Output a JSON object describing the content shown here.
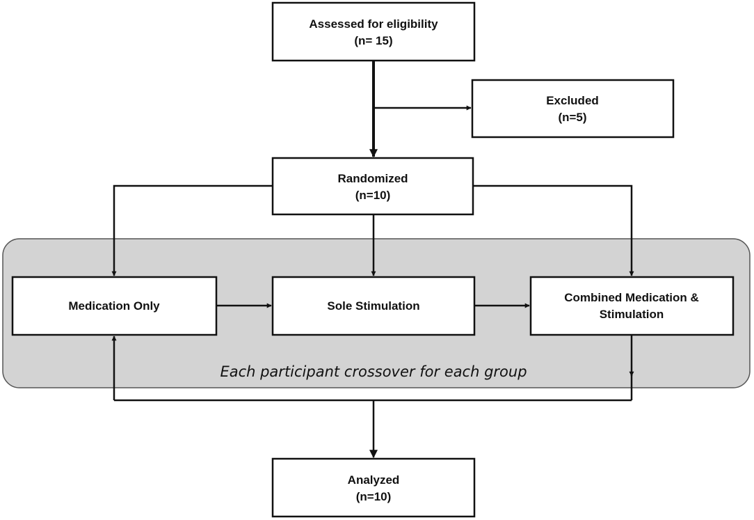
{
  "nodes": {
    "assessed": {
      "line1": "Assessed for eligibility",
      "line2": "(n= 15)"
    },
    "excluded": {
      "line1": "Excluded",
      "line2": "(n=5)"
    },
    "randomized": {
      "line1": "Randomized",
      "line2": "(n=10)"
    },
    "medication_only": {
      "label": "Medication Only"
    },
    "sole_stimulation": {
      "label": "Sole Stimulation"
    },
    "combined": {
      "line1": "Combined Medication &",
      "line2": "Stimulation"
    },
    "analyzed": {
      "line1": "Analyzed",
      "line2": "(n=10)"
    }
  },
  "crossover_note": "Each participant crossover for each group",
  "colors": {
    "band_fill": "#d3d3d3",
    "box_fill": "#ffffff",
    "stroke": "#111111"
  }
}
